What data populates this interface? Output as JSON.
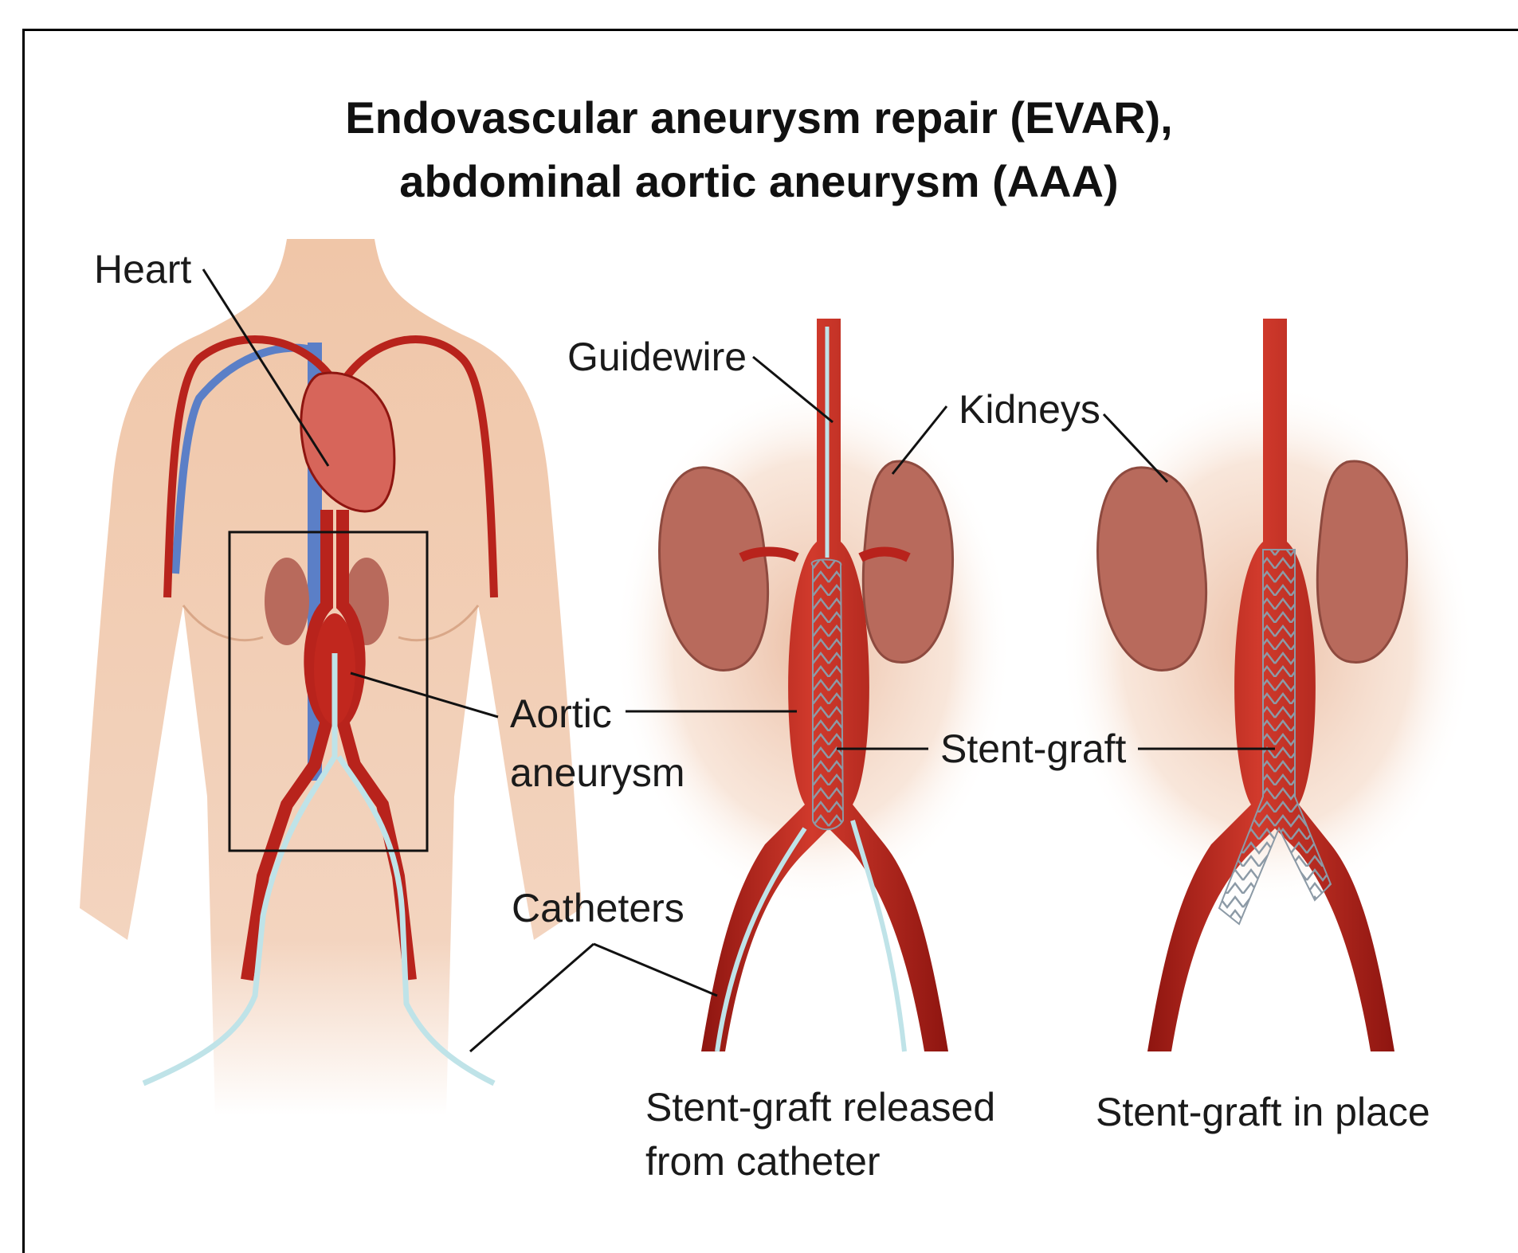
{
  "title": {
    "line1": "Endovascular aneurysm repair (EVAR),",
    "line2": "abdominal aortic aneurysm (AAA)"
  },
  "labels": {
    "heart": "Heart",
    "guidewire": "Guidewire",
    "kidneys": "Kidneys",
    "aortic_aneurysm_line1": "Aortic",
    "aortic_aneurysm_line2": "aneurysm",
    "stent_graft": "Stent-graft",
    "catheters": "Catheters"
  },
  "captions": {
    "released_line1": "Stent-graft released",
    "released_line2": "from catheter",
    "in_place": "Stent-graft in place"
  },
  "colors": {
    "skin": "#f1c9ab",
    "artery": "#b8231c",
    "vein": "#5b7fc7",
    "kidney": "#b86a5c",
    "stent": "#e9eef2",
    "catheter": "#bfe3e8",
    "leader": "#111111"
  }
}
